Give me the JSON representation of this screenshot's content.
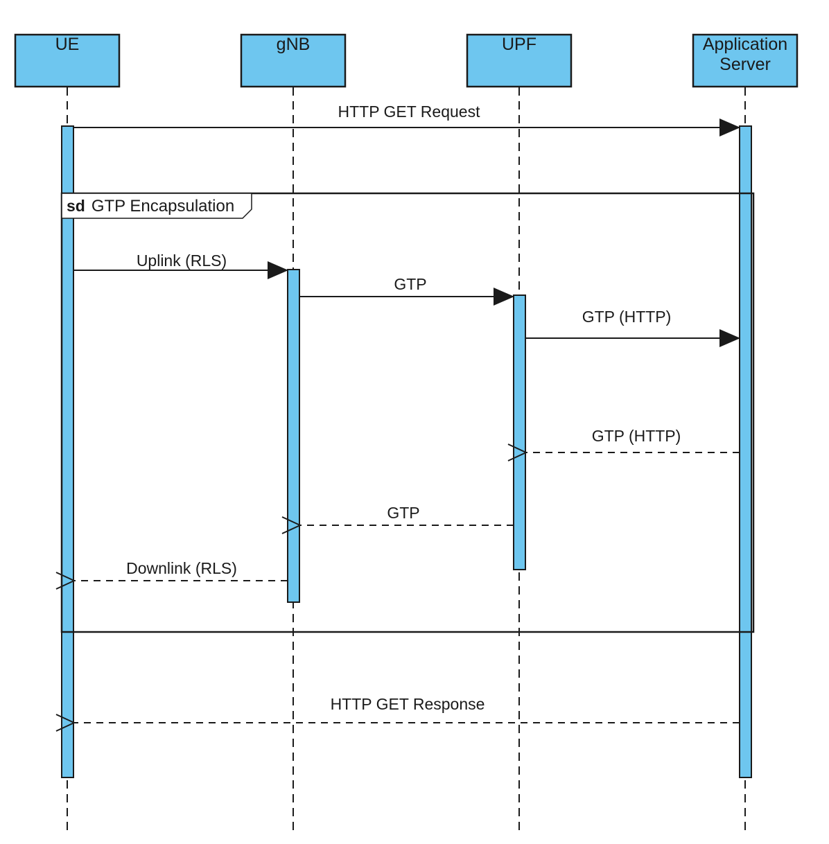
{
  "colors": {
    "participant_fill": "#6ec6ef",
    "activation_fill": "#6ec6ef",
    "stroke": "#1a1a1a"
  },
  "participants": [
    {
      "id": "ue",
      "lines": [
        "UE"
      ]
    },
    {
      "id": "gnb",
      "lines": [
        "gNB"
      ]
    },
    {
      "id": "upf",
      "lines": [
        "UPF"
      ]
    },
    {
      "id": "as",
      "lines": [
        "Application",
        "Server"
      ]
    }
  ],
  "frame": {
    "keyword": "sd",
    "name": "GTP Encapsulation"
  },
  "messages": [
    {
      "id": "http-get-request",
      "label": "HTTP GET Request",
      "from": "ue",
      "to": "as",
      "kind": "sync"
    },
    {
      "id": "uplink-rls",
      "label": "Uplink (RLS)",
      "from": "ue",
      "to": "gnb",
      "kind": "sync"
    },
    {
      "id": "gtp-gnb-upf",
      "label": "GTP",
      "from": "gnb",
      "to": "upf",
      "kind": "sync"
    },
    {
      "id": "gtp-http-upf-as",
      "label": "GTP (HTTP)",
      "from": "upf",
      "to": "as",
      "kind": "sync"
    },
    {
      "id": "gtp-http-as-upf",
      "label": "GTP (HTTP)",
      "from": "as",
      "to": "upf",
      "kind": "reply"
    },
    {
      "id": "gtp-upf-gnb",
      "label": "GTP",
      "from": "upf",
      "to": "gnb",
      "kind": "reply"
    },
    {
      "id": "downlink-rls",
      "label": "Downlink (RLS)",
      "from": "gnb",
      "to": "ue",
      "kind": "reply"
    },
    {
      "id": "http-get-response",
      "label": "HTTP GET Response",
      "from": "as",
      "to": "ue",
      "kind": "reply"
    }
  ]
}
